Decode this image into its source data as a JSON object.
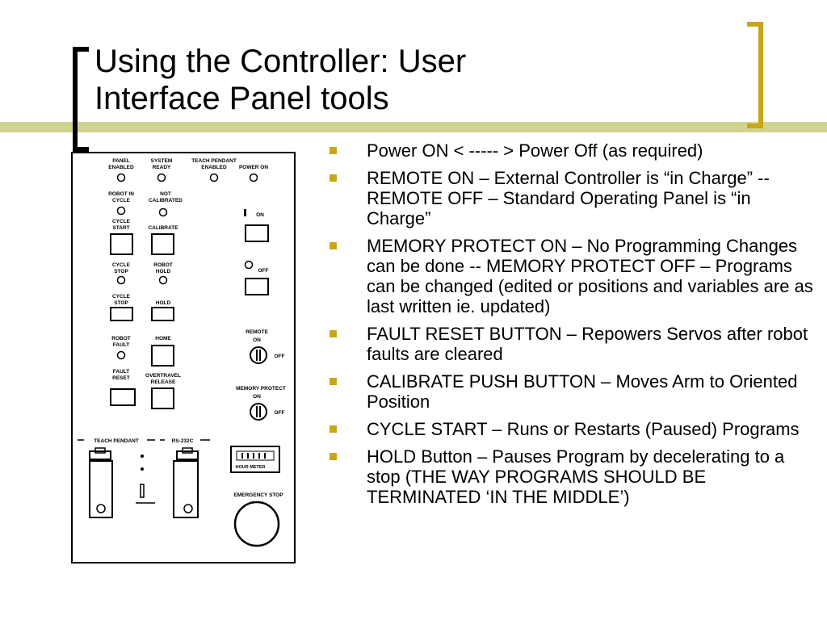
{
  "slide": {
    "title_line1": "Using the Controller: User",
    "title_line2": "Interface Panel tools",
    "accent_color": "#c9a51a",
    "line_color": "#cfd58f"
  },
  "panel": {
    "label_panel": "PANEL",
    "label_enabled": "ENABLED",
    "label_system": "SYSTEM",
    "label_ready": "READY",
    "label_teach_pendant": "TEACH PENDANT",
    "label_tp_enabled": "ENABLED",
    "label_power_on": "POWER ON",
    "label_robot_in": "ROBOT IN",
    "label_cycle": "CYCLE",
    "label_not": "NOT",
    "label_calibrated": "CALIBRATED",
    "label_cycle_start_1": "CYCLE",
    "label_cycle_start_2": "START",
    "label_calibrate": "CALIBRATE",
    "label_on": "ON",
    "label_off": "OFF",
    "label_cycle_stop_1": "CYCLE",
    "label_cycle_stop_2": "STOP",
    "label_robot_hold_1": "ROBOT",
    "label_robot_hold_2": "HOLD",
    "label_cycle_stop_b1": "CYCLE",
    "label_cycle_stop_b2": "STOP",
    "label_hold": "HOLD",
    "label_robot_fault_1": "ROBOT",
    "label_robot_fault_2": "FAULT",
    "label_home": "HOME",
    "label_remote": "REMOTE",
    "label_remote_on": "ON",
    "label_remote_off": "OFF",
    "label_fault_reset_1": "FAULT",
    "label_fault_reset_2": "RESET",
    "label_overtravel_1": "OVERTRAVEL",
    "label_overtravel_2": "RELEASE",
    "label_memory_protect": "MEMORY PROTECT",
    "label_mp_on": "ON",
    "label_mp_off": "OFF",
    "label_teach_pendant_port": "TEACH PENDANT",
    "label_rs232c": "RS-232C",
    "label_hour_meter": "HOUR METER",
    "label_emergency_stop": "EMERGENCY STOP"
  },
  "bullets": [
    "Power ON < ----- > Power Off (as required)",
    "REMOTE ON – External Controller is “in Charge” -- REMOTE OFF – Standard Operating Panel is “in Charge”",
    "MEMORY PROTECT ON – No Programming Changes can be done -- MEMORY PROTECT OFF – Programs can be changed (edited or positions and variables are as last written ie. updated)",
    "FAULT RESET BUTTON – Repowers Servos after robot faults are cleared",
    "CALIBRATE PUSH BUTTON – Moves Arm to Oriented Position",
    "CYCLE START – Runs or Restarts (Paused) Programs",
    "HOLD Button – Pauses Program by decelerating to a stop (THE WAY PROGRAMS SHOULD BE TERMINATED ‘IN THE MIDDLE’)"
  ]
}
